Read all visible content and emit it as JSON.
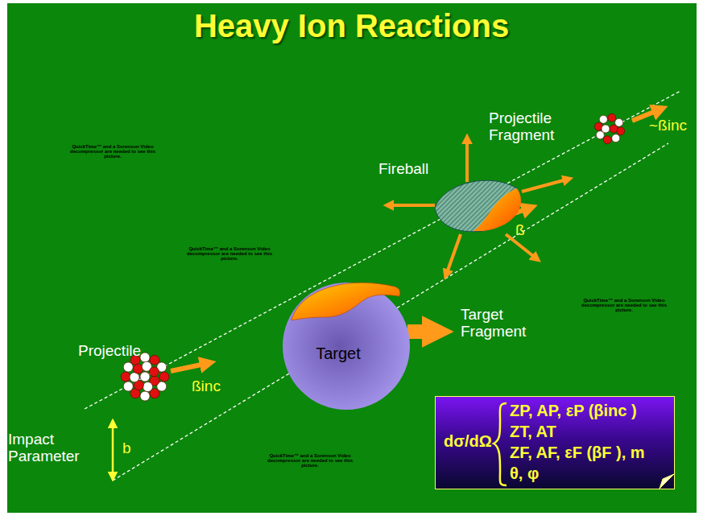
{
  "diagram": {
    "title": "Heavy Ion Reactions",
    "nodes": [
      {
        "text": [
          "Target"
        ]
      },
      {
        "text": [
          "dσ/dΩ",
          "ZP, AP, εP (βinc )",
          "ZT, AT",
          "ZF, AF, εF (βF ), m",
          "θ, φ"
        ]
      }
    ],
    "labels": [
      "Projectile",
      "ßinc",
      "Impact Parameter",
      "b",
      "Target Fragment",
      "Fireball",
      "ß",
      "Projectile Fragment",
      "~ßinc",
      "QuickTime™ and a Sorenson Video decompressor are needed to see this picture.",
      "QuickTime™ and a Sorenson Video decompressor are needed to see this picture.",
      "QuickTime™ and a Sorenson Video decompressor are needed to see this picture.",
      "QuickTime™ and a Sorenson Video decompressor are needed to see this picture."
    ]
  }
}
